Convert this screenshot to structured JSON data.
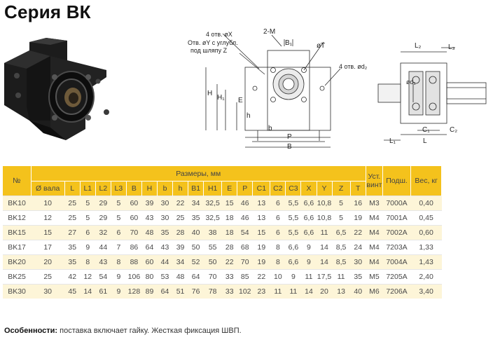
{
  "title": "Серия ВК",
  "diagram": {
    "label_holes_x": "4 отв. øX",
    "label_holes_y": "Отв. øY с углубл.",
    "label_under_cap": "под шляпу Z",
    "label_2m": "2-M",
    "label_b1": "B₁",
    "label_t": "øT",
    "label_holes_d2": "4 отв. ød₂",
    "label_h": "H",
    "label_h1": "H₁",
    "label_e": "E",
    "label_h_small": "h",
    "label_b_small": "b",
    "label_p": "P",
    "label_b_big": "B",
    "label_l2": "L₂",
    "label_l3": "L₃",
    "label_d1": "ød₁",
    "label_c1": "C₁",
    "label_c2": "C₂",
    "label_l1": "L₁",
    "label_l": "L"
  },
  "table": {
    "group_header": "Размеры, мм",
    "col_no": "№",
    "col_mount": "Уст. винт",
    "col_bearing": "Подш.",
    "col_weight": "Вес, кг",
    "columns": [
      "Ø вала",
      "L",
      "L1",
      "L2",
      "L3",
      "B",
      "H",
      "b",
      "h",
      "B1",
      "H1",
      "E",
      "P",
      "C1",
      "C2",
      "C3",
      "X",
      "Y",
      "Z",
      "T"
    ],
    "rows": [
      {
        "name": "BK10",
        "vals": [
          "10",
          "25",
          "5",
          "29",
          "5",
          "60",
          "39",
          "30",
          "22",
          "34",
          "32,5",
          "15",
          "46",
          "13",
          "6",
          "5,5",
          "6,6",
          "10,8",
          "5",
          "16"
        ],
        "screw": "M3",
        "bearing": "7000A",
        "weight": "0,40"
      },
      {
        "name": "BK12",
        "vals": [
          "12",
          "25",
          "5",
          "29",
          "5",
          "60",
          "43",
          "30",
          "25",
          "35",
          "32,5",
          "18",
          "46",
          "13",
          "6",
          "5,5",
          "6,6",
          "10,8",
          "5",
          "19"
        ],
        "screw": "M4",
        "bearing": "7001A",
        "weight": "0,45"
      },
      {
        "name": "BK15",
        "vals": [
          "15",
          "27",
          "6",
          "32",
          "6",
          "70",
          "48",
          "35",
          "28",
          "40",
          "38",
          "18",
          "54",
          "15",
          "6",
          "5,5",
          "6,6",
          "11",
          "6,5",
          "22"
        ],
        "screw": "M4",
        "bearing": "7002A",
        "weight": "0,60"
      },
      {
        "name": "BK17",
        "vals": [
          "17",
          "35",
          "9",
          "44",
          "7",
          "86",
          "64",
          "43",
          "39",
          "50",
          "55",
          "28",
          "68",
          "19",
          "8",
          "6,6",
          "9",
          "14",
          "8,5",
          "24"
        ],
        "screw": "M4",
        "bearing": "7203A",
        "weight": "1,33"
      },
      {
        "name": "BK20",
        "vals": [
          "20",
          "35",
          "8",
          "43",
          "8",
          "88",
          "60",
          "44",
          "34",
          "52",
          "50",
          "22",
          "70",
          "19",
          "8",
          "6,6",
          "9",
          "14",
          "8,5",
          "30"
        ],
        "screw": "M4",
        "bearing": "7004A",
        "weight": "1,43"
      },
      {
        "name": "BK25",
        "vals": [
          "25",
          "42",
          "12",
          "54",
          "9",
          "106",
          "80",
          "53",
          "48",
          "64",
          "70",
          "33",
          "85",
          "22",
          "10",
          "9",
          "11",
          "17,5",
          "11",
          "35"
        ],
        "screw": "M5",
        "bearing": "7205A",
        "weight": "2,40"
      },
      {
        "name": "BK30",
        "vals": [
          "30",
          "45",
          "14",
          "61",
          "9",
          "128",
          "89",
          "64",
          "51",
          "76",
          "78",
          "33",
          "102",
          "23",
          "11",
          "11",
          "14",
          "20",
          "13",
          "40"
        ],
        "screw": "M6",
        "bearing": "7206A",
        "weight": "3,40"
      }
    ]
  },
  "note": {
    "label": "Особенности:",
    "text": " поставка включает гайку. Жесткая фиксация ШВП."
  }
}
